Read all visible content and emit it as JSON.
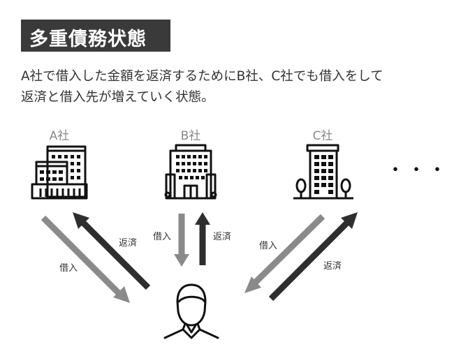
{
  "title": "多重債務状態",
  "description": {
    "line1": "A社で借入した金額を返済するためにB社、C社でも借入をして",
    "line2": "返済と借入先が増えていく状態。"
  },
  "companies": [
    {
      "label": "A社"
    },
    {
      "label": "B社"
    },
    {
      "label": "C社"
    }
  ],
  "ellipsis": "・・・",
  "flows": {
    "borrow": "借入",
    "repay": "返済"
  },
  "colors": {
    "borrow_arrow": "#8a8a8a",
    "repay_arrow": "#2e2e2e",
    "title_bg": "#3a3a3a"
  }
}
